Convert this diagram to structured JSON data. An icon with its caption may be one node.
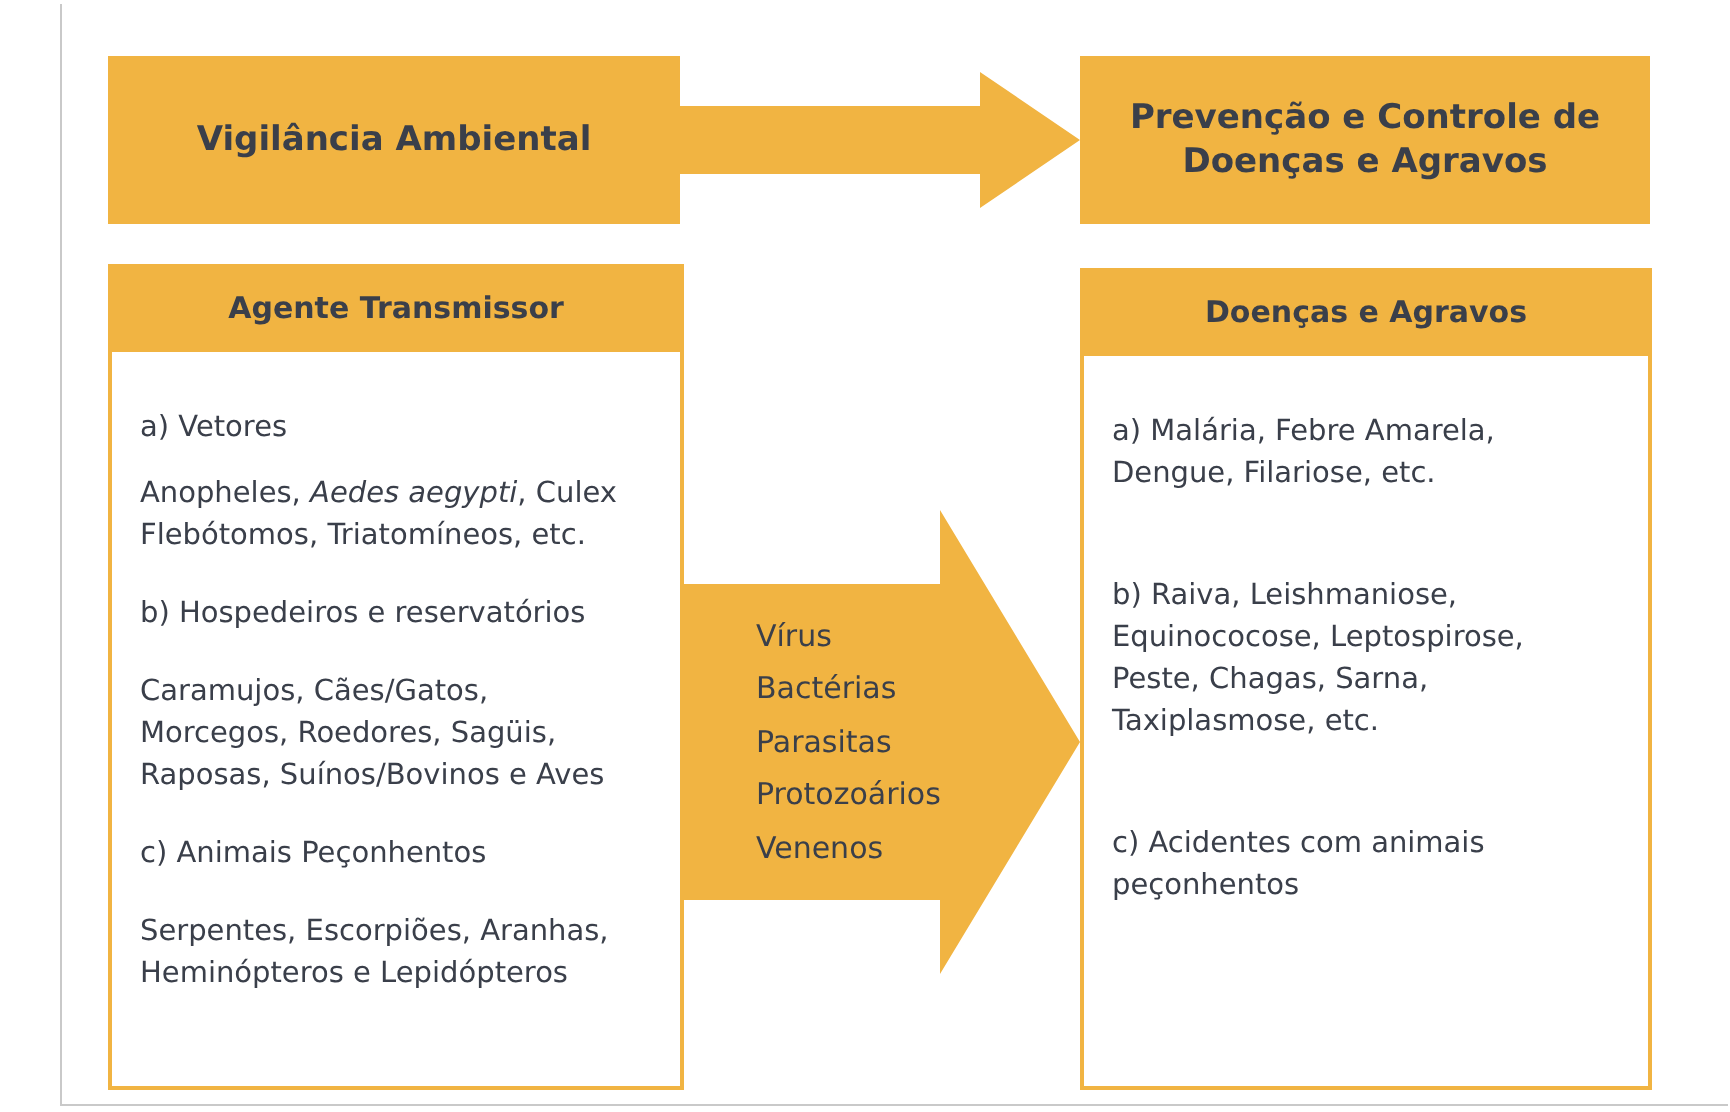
{
  "diagram": {
    "nodes": [
      {
        "text": [
          "Vigilância Ambiental"
        ]
      },
      {
        "text": [
          "Prevenção e Controle de Doenças e Agravos"
        ]
      },
      {
        "text": [
          "Agente Transmissor",
          "a) Vetores",
          "Anopheles, *Aedes aegypti*, Culex Flebótomos, Triatomíneos, etc.",
          "b) Hospedeiros e reservatórios",
          "Caramujos, Cães/Gatos, Morcegos, Roedores, Sagüis, Raposas, Suínos/Bovinos e Aves",
          "c) Animais Peçonhentos",
          "Serpentes, Escorpiões, Aranhas, Heminópteros e Lepidópteros"
        ]
      },
      {
        "text": [
          "Doenças e Agravos",
          "a) Malária, Febre Amarela, Dengue, Filariose, etc.",
          "b) Raiva, Leishmaniose, Equinococose, Leptospirose, Peste, Chagas, Sarna, Taxiplasmose, etc.",
          "c) Acidentes com animais peçonhentos"
        ]
      }
    ],
    "edges": [
      {
        "from": 0,
        "to": 1,
        "arrow": "to",
        "style": "thick"
      },
      {
        "from": 2,
        "to": 3,
        "arrow": "to",
        "style": "thick",
        "label": "Vírus Bactérias Parasitas Protozoários Venenos"
      }
    ]
  }
}
